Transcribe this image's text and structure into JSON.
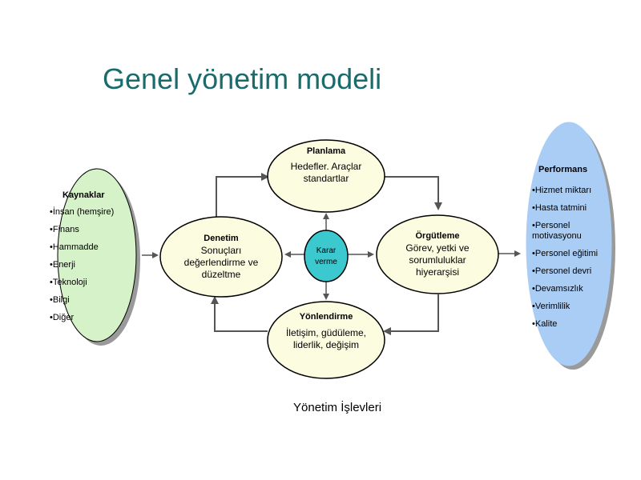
{
  "title": "Genel yönetim modeli",
  "resources": {
    "heading": "Kaynaklar",
    "items": [
      "•İnsan (hemşire)",
      "•Finans",
      "•Hammadde",
      "•Enerji",
      "•Teknoloji",
      "•Bilgi",
      "•Diğer"
    ]
  },
  "performance": {
    "heading": "Performans",
    "items": [
      "•Hizmet miktarı",
      "•Hasta tatmini",
      "•Personel\nmotivasyonu",
      "•Personel eğitimi",
      "•Personel devri",
      "•Devamsızlık",
      "•Verimlilik",
      "•Kalite"
    ]
  },
  "planning": {
    "heading": "Planlama",
    "body": "Hedefler. Araçlar\nstandartlar"
  },
  "organizing": {
    "heading": "Örgütleme",
    "body": "Görev, yetki ve\nsorumluluklar\nhiyerarşisi"
  },
  "directing": {
    "heading": "Yönlendirme",
    "body": "İletişim, güdüleme,\nliderlik, değişim"
  },
  "controlling": {
    "heading": "Denetim",
    "body": "Sonuçları\ndeğerlendirme ve\ndüzeltme"
  },
  "decision": {
    "label": "Karar\nverme"
  },
  "caption": "Yönetim İşlevleri",
  "colors": {
    "title": "#1a6b6b",
    "resources_fill": "#d6f2c8",
    "performance_fill": "#a9cdf5",
    "function_fill": "#fcfce0",
    "decision_fill": "#3cc8cf",
    "arrow": "#555555"
  }
}
